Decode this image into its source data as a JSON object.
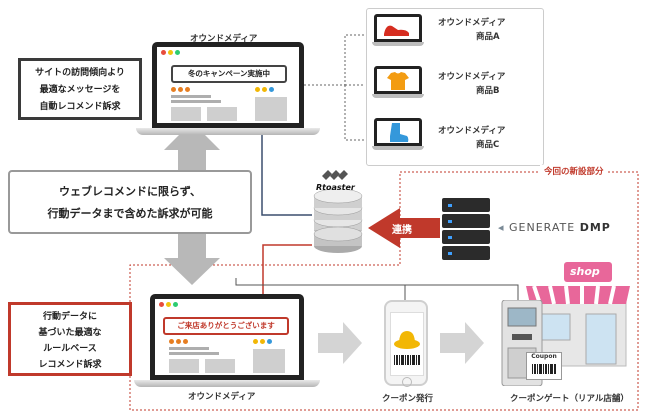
{
  "left_callout_top": [
    "サイトの訪問傾向より",
    "最適なメッセージを",
    "自動レコメンド訴求"
  ],
  "center_callout": [
    "ウェブレコメンドに限らず、",
    "行動データまで含めた訴求が可能"
  ],
  "left_callout_bottom": [
    "行動データに",
    "基づいた最適な",
    "ルールベース",
    "レコメンド訴求"
  ],
  "top_laptop": {
    "title": "オウンドメディア",
    "message": "冬のキャンペーン実施中"
  },
  "bottom_laptop": {
    "title": "オウンドメディア",
    "message": "ご来店ありがとうございます"
  },
  "products": [
    {
      "line1": "オウンドメディア",
      "line2": "商品A",
      "icon": "red-shoe-icon"
    },
    {
      "line1": "オウンドメディア",
      "line2": "商品B",
      "icon": "orange-shirt-icon"
    },
    {
      "line1": "オウンドメディア",
      "line2": "商品C",
      "icon": "blue-boot-icon"
    }
  ],
  "rtoaster_label": "Rtoaster",
  "link_label": "連携",
  "generate_dmp": {
    "main": "GENERATE",
    "suffix": "DMP"
  },
  "new_section_label": "今回の新設部分",
  "coupon_issue_label": "クーポン発行",
  "coupon_gate_label": "クーポンゲート（リアル店舗）",
  "shop_sign": "shop",
  "coupon_ticket": "Coupon",
  "colors": {
    "accent_red": "#c0392b",
    "grey_arrow": "#b8b8b8",
    "rtoaster_red": "#d62d20",
    "gold": "#f2b705",
    "shop_pink": "#e8679a"
  }
}
